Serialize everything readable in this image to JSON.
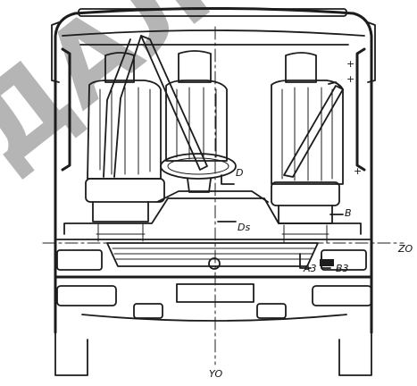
{
  "labels": {
    "d": "D",
    "ds": "Ds",
    "b": "B",
    "a3": "A3",
    "b3": "B3",
    "zo": "ZO",
    "yo": "YO"
  },
  "watermark": {
    "text": "ДАЛ",
    "color": "#7a7a7a"
  },
  "colors": {
    "line": "#1c1c1c",
    "background": "#ffffff"
  }
}
